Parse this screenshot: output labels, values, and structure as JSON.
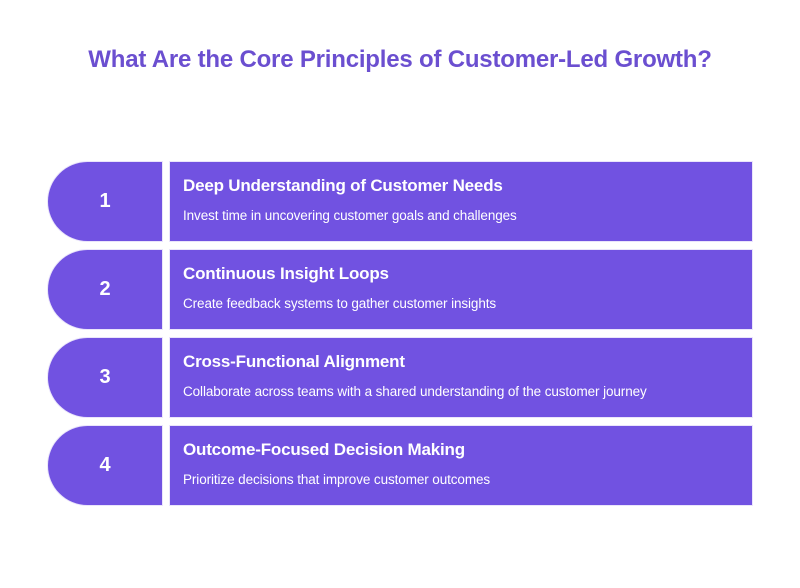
{
  "title": "What Are the Core Principles of Customer-Led Growth?",
  "colors": {
    "title": "#6b4fd0",
    "shape_fill": "#7152e1",
    "text_on_shape": "#ffffff",
    "background": "#ffffff"
  },
  "principles": [
    {
      "number": "1",
      "title": "Deep Understanding of Customer Needs",
      "description": "Invest time in uncovering customer goals and challenges"
    },
    {
      "number": "2",
      "title": "Continuous Insight Loops",
      "description": "Create feedback systems to gather customer insights"
    },
    {
      "number": "3",
      "title": "Cross-Functional Alignment",
      "description": "Collaborate across teams with a shared understanding of the customer journey"
    },
    {
      "number": "4",
      "title": "Outcome-Focused Decision Making",
      "description": "Prioritize decisions that improve customer outcomes"
    }
  ]
}
